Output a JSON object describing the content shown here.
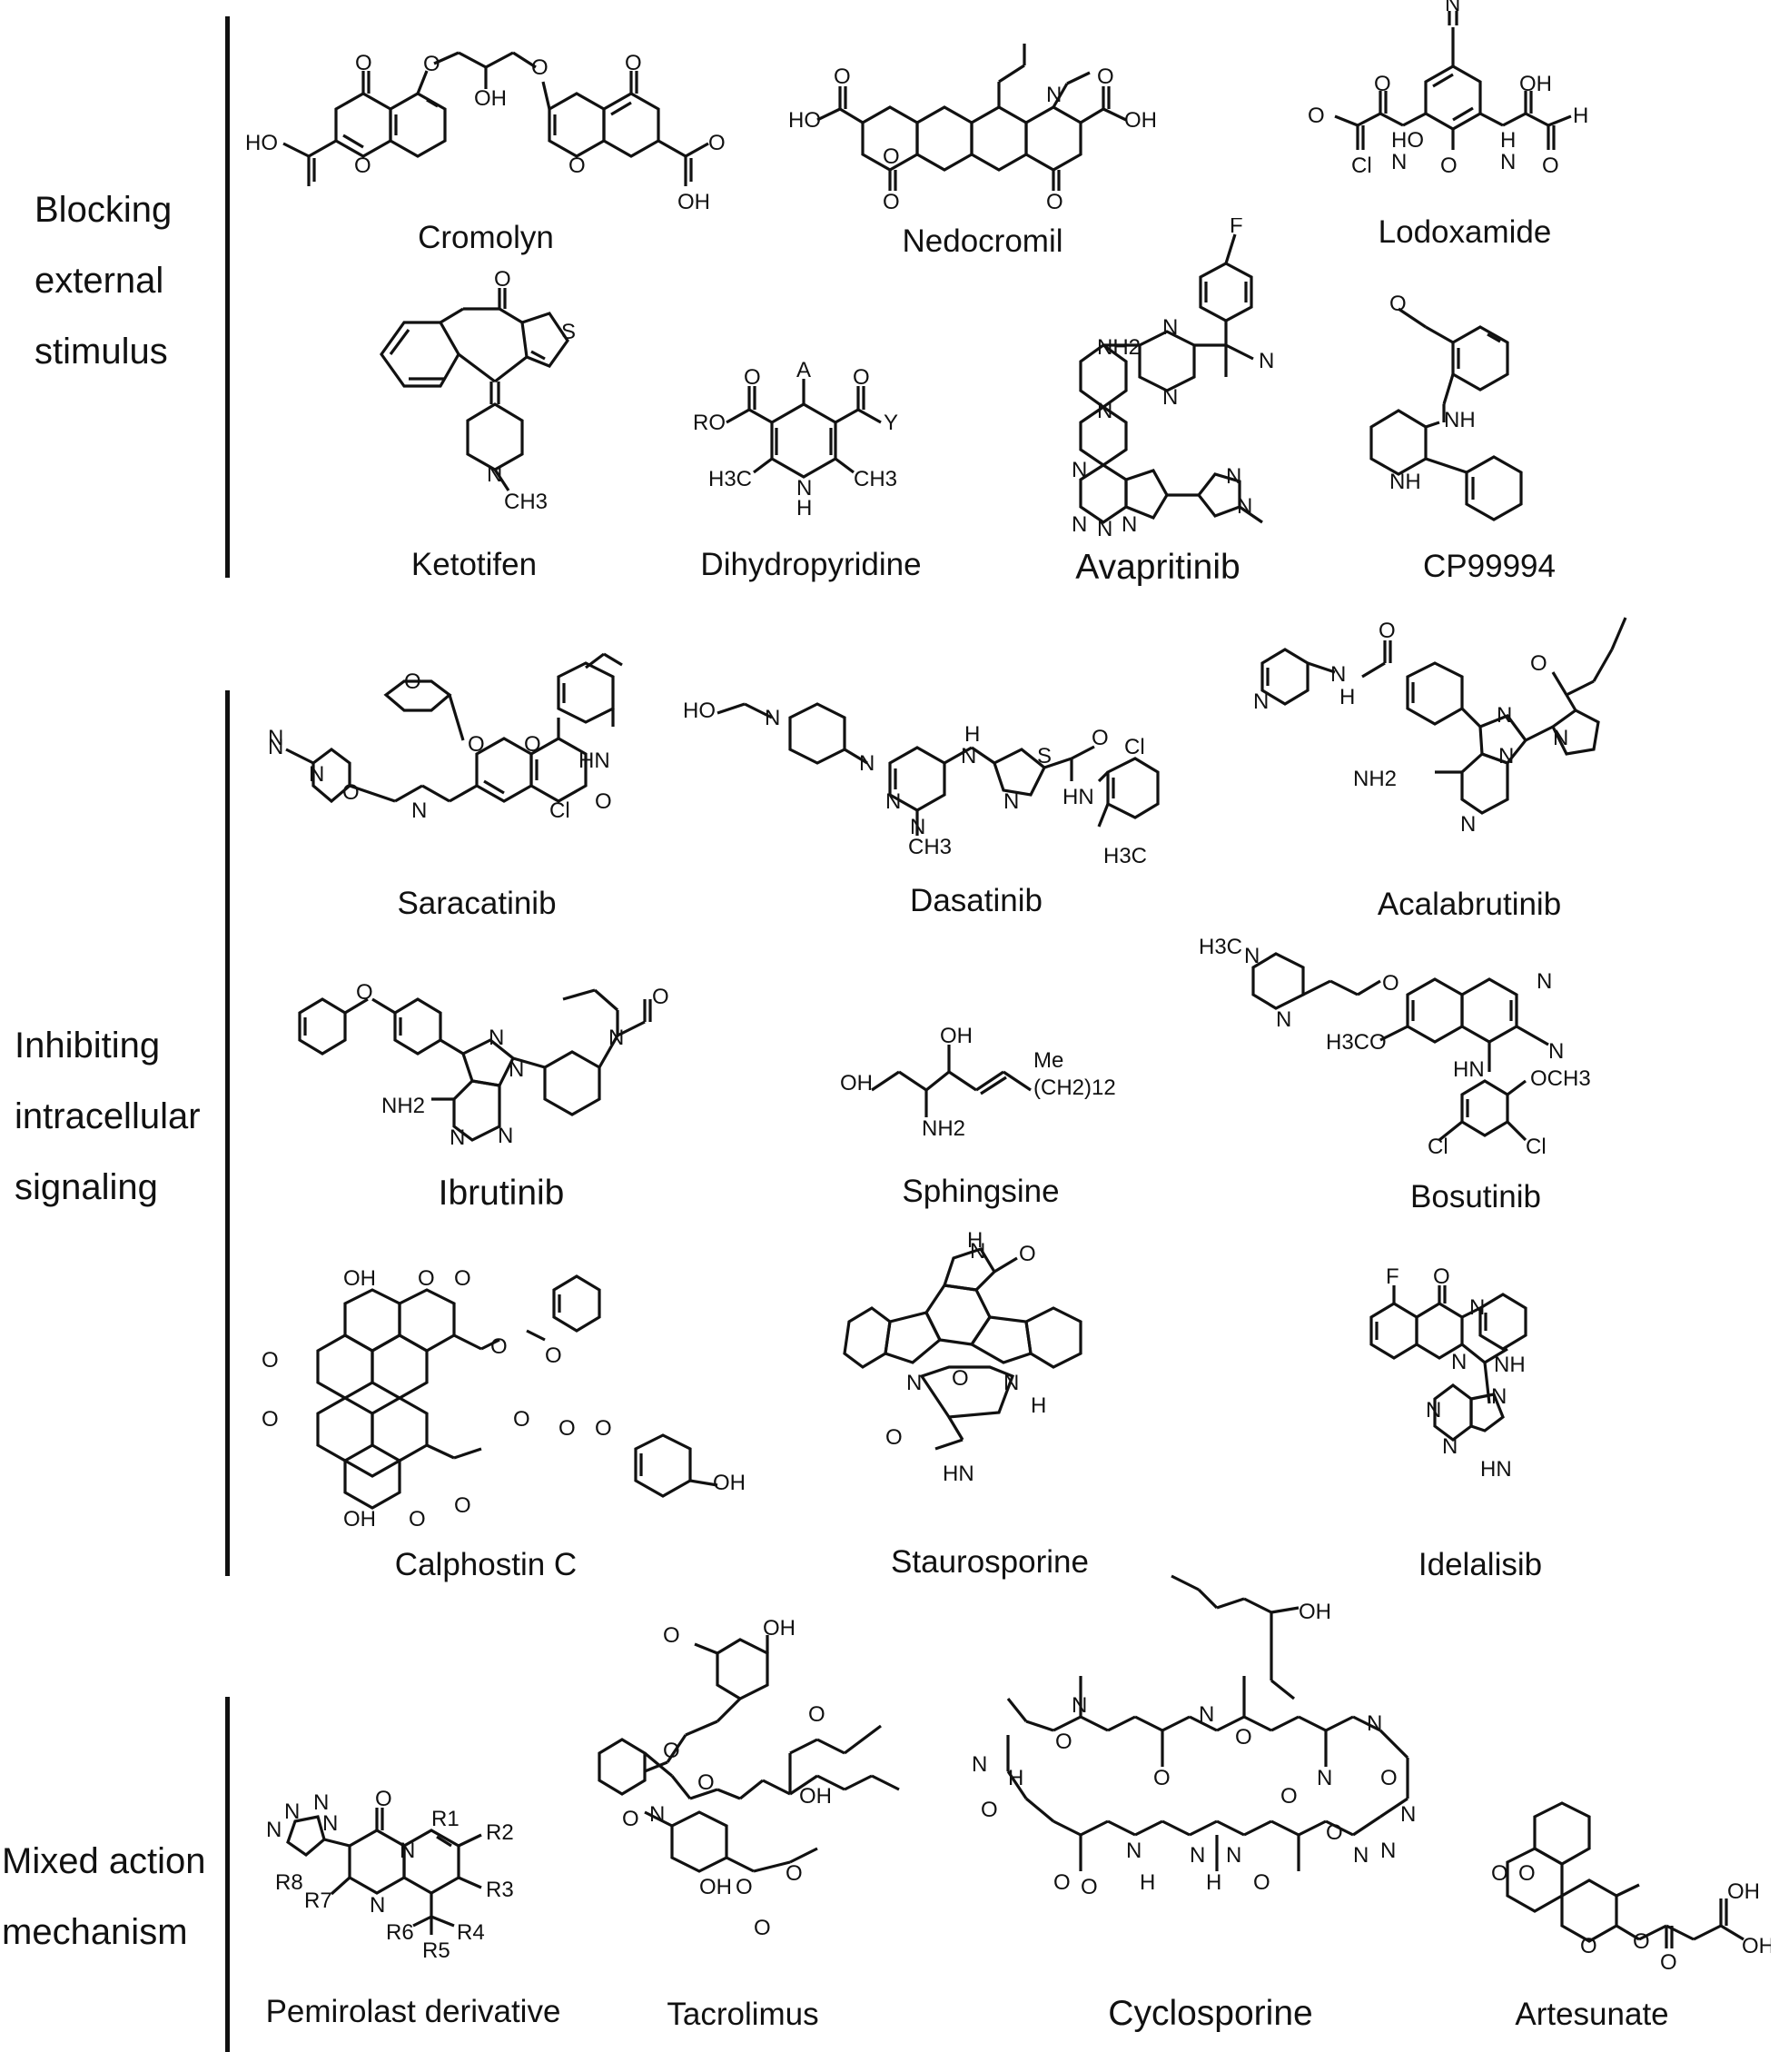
{
  "sections": [
    {
      "id": "blocking",
      "lines": [
        "Blocking",
        "external",
        "stimulus"
      ]
    },
    {
      "id": "inhibiting",
      "lines": [
        "Inhibiting",
        "intracellular",
        "signaling"
      ]
    },
    {
      "id": "mixed",
      "lines": [
        "Mixed action",
        "mechanism"
      ]
    }
  ],
  "compounds": [
    {
      "id": "cromolyn",
      "name": "Cromolyn",
      "atoms": [
        "O",
        "O",
        "OH",
        "O",
        "O",
        "HO",
        "O",
        "O",
        "O",
        "OH",
        "O"
      ]
    },
    {
      "id": "nedocromil",
      "name": "Nedocromil",
      "atoms": [
        "HO",
        "O",
        "N",
        "OH",
        "O",
        "O",
        "O",
        "O"
      ]
    },
    {
      "id": "lodoxamide",
      "name": "Lodoxamide",
      "atoms": [
        "N",
        "O",
        "O",
        "HO",
        "N",
        "H",
        "N",
        "H",
        "OH",
        "O",
        "Cl",
        "O"
      ]
    },
    {
      "id": "ketotifen",
      "name": "Ketotifen",
      "atoms": [
        "O",
        "S",
        "N",
        "CH3"
      ]
    },
    {
      "id": "dihydropyridine",
      "name": "Dihydropyridine",
      "atoms": [
        "O",
        "A",
        "O",
        "RO",
        "Y",
        "H3C",
        "N",
        "H",
        "CH3"
      ]
    },
    {
      "id": "avapritinib",
      "name": "Avapritinib",
      "atoms": [
        "F",
        "N",
        "N",
        "N",
        "NH2",
        "N",
        "N",
        "N",
        "N",
        "N",
        "N",
        "N"
      ]
    },
    {
      "id": "cp99994",
      "name": "CP99994",
      "atoms": [
        "O",
        "NH",
        "NH"
      ]
    },
    {
      "id": "saracatinib",
      "name": "Saracatinib",
      "atoms": [
        "O",
        "O",
        "O",
        "O",
        "HN",
        "Cl",
        "N",
        "N",
        "O",
        "N",
        "N"
      ]
    },
    {
      "id": "dasatinib",
      "name": "Dasatinib",
      "atoms": [
        "HO",
        "N",
        "N",
        "H",
        "N",
        "S",
        "O",
        "Cl",
        "N",
        "N",
        "N",
        "HN",
        "CH3",
        "H3C"
      ]
    },
    {
      "id": "acalabrutinib",
      "name": "Acalabrutinib",
      "atoms": [
        "N",
        "N",
        "H",
        "O",
        "O",
        "N",
        "N",
        "N",
        "NH2",
        "N"
      ]
    },
    {
      "id": "ibrutinib",
      "name": "Ibrutinib",
      "atoms": [
        "O",
        "O",
        "N",
        "N",
        "N",
        "NH2",
        "N",
        "N"
      ]
    },
    {
      "id": "sphingsine",
      "name": "Sphingsine",
      "atoms": [
        "OH",
        "Me",
        "OH",
        "(CH2)12",
        "NH2"
      ]
    },
    {
      "id": "bosutinib",
      "name": "Bosutinib",
      "atoms": [
        "H3C",
        "N",
        "N",
        "O",
        "N",
        "H3CO",
        "N",
        "HN",
        "OCH3",
        "Cl",
        "Cl"
      ]
    },
    {
      "id": "calphostin",
      "name": "Calphostin C",
      "atoms": [
        "OH",
        "O",
        "O",
        "O",
        "O",
        "O",
        "O",
        "O",
        "O",
        "O",
        "OH",
        "OH",
        "O",
        "O"
      ]
    },
    {
      "id": "staurosporine",
      "name": "Staurosporine",
      "atoms": [
        "H",
        "N",
        "O",
        "N",
        "O",
        "N",
        "H",
        "O",
        "HN"
      ]
    },
    {
      "id": "idelalisib",
      "name": "Idelalisib",
      "atoms": [
        "F",
        "O",
        "N",
        "N",
        "NH",
        "N",
        "N",
        "N",
        "HN"
      ]
    },
    {
      "id": "pemirolast",
      "name": "Pemirolast derivative",
      "atoms": [
        "N",
        "N",
        "N",
        "N",
        "O",
        "R1",
        "N",
        "R2",
        "R8",
        "R7",
        "N",
        "R3",
        "R6",
        "R4",
        "R5"
      ]
    },
    {
      "id": "tacrolimus",
      "name": "Tacrolimus",
      "atoms": [
        "OH",
        "O",
        "O",
        "O",
        "O",
        "OH",
        "N",
        "O",
        "OH",
        "O",
        "O",
        "O"
      ]
    },
    {
      "id": "cyclosporine",
      "name": "Cyclosporine",
      "atoms": [
        "OH",
        "N",
        "O",
        "O",
        "N",
        "O",
        "N",
        "N",
        "O",
        "N",
        "O",
        "N",
        "N",
        "H",
        "O",
        "O",
        "N",
        "O",
        "N",
        "H",
        "N",
        "H",
        "O",
        "O",
        "N"
      ]
    },
    {
      "id": "artesunate",
      "name": "Artesunate",
      "atoms": [
        "O",
        "O",
        "O",
        "O",
        "O",
        "OH"
      ]
    }
  ]
}
